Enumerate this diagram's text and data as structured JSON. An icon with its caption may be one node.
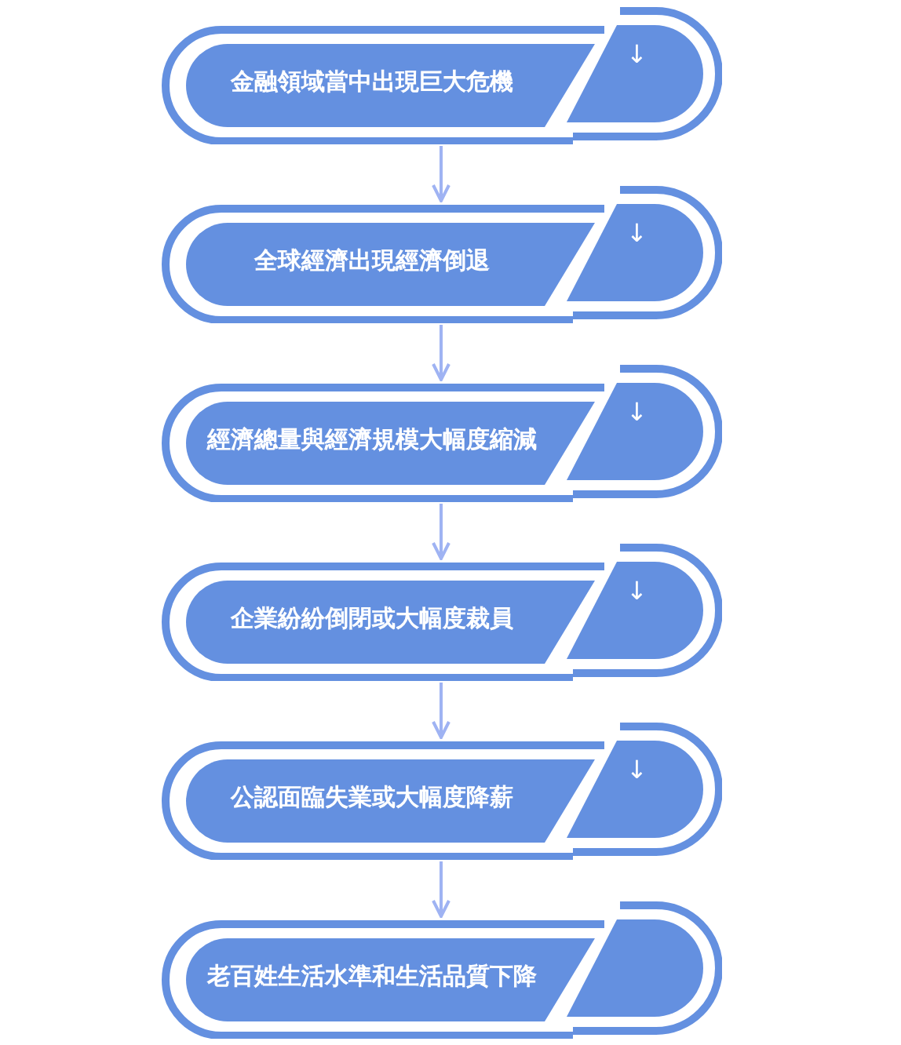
{
  "diagram": {
    "nodes": [
      {
        "text": [
          "金融領域當中出現巨大危機",
          "↓"
        ]
      },
      {
        "text": [
          "全球經濟出現經濟倒退",
          "↓"
        ]
      },
      {
        "text": [
          "經濟總量與經濟規模大幅度縮減",
          "↓"
        ]
      },
      {
        "text": [
          "企業紛紛倒閉或大幅度裁員",
          "↓"
        ]
      },
      {
        "text": [
          "公認面臨失業或大幅度降薪",
          "↓"
        ]
      },
      {
        "text": [
          "老百姓生活水準和生活品質下降"
        ]
      }
    ],
    "edges": [
      {
        "from": 0,
        "to": 1,
        "arrow": "to"
      },
      {
        "from": 1,
        "to": 2,
        "arrow": "to"
      },
      {
        "from": 2,
        "to": 3,
        "arrow": "to"
      },
      {
        "from": 3,
        "to": 4,
        "arrow": "to"
      },
      {
        "from": 4,
        "to": 5,
        "arrow": "to"
      }
    ]
  }
}
